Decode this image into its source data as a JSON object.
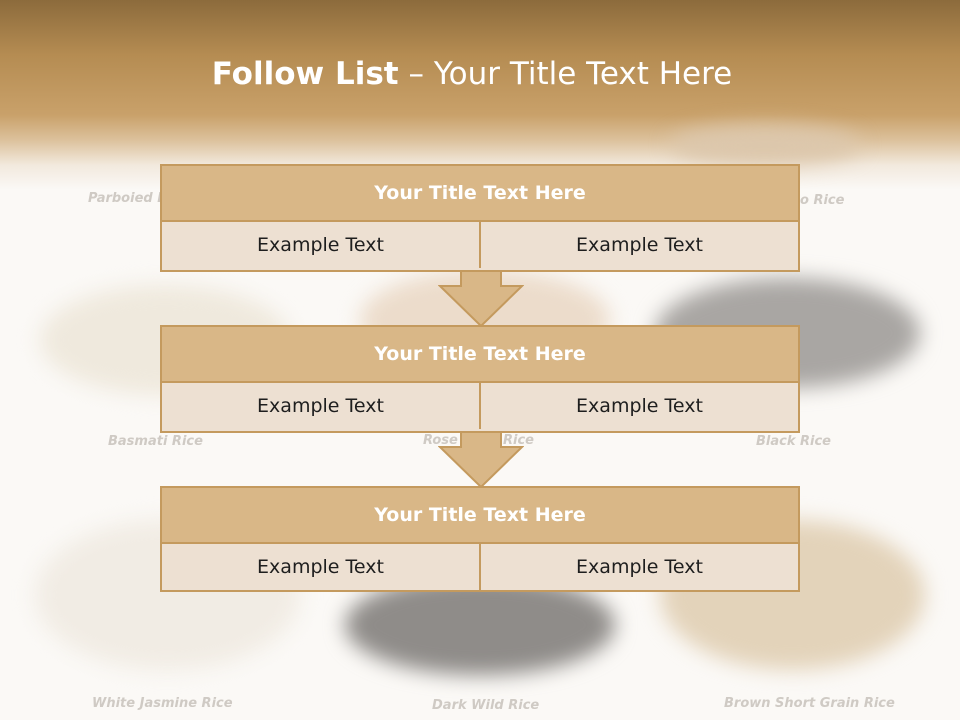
{
  "slide": {
    "title_bold": "Follow List",
    "title_sep": " –",
    "title_rest": " Your Title Text Here"
  },
  "background_labels": [
    "Parboied L",
    "o Rice",
    "Basmati Rice",
    "Rose",
    "Rice",
    "Black Rice",
    "White Jasmine Rice",
    "Dark Wild Rice",
    "Brown Short Grain Rice"
  ],
  "blocks": [
    {
      "title": "Your Title Text Here",
      "left": "Example Text",
      "right": "Example Text"
    },
    {
      "title": "Your Title Text Here",
      "left": "Example Text",
      "right": "Example Text"
    },
    {
      "title": "Your Title Text Here",
      "left": "Example Text",
      "right": "Example Text"
    }
  ],
  "colors": {
    "header": "#b58c52",
    "block_title": "#d9b787",
    "block_border": "#c49a5e",
    "block_cell": "#ede0d2",
    "arrow_fill": "#d9b787"
  }
}
